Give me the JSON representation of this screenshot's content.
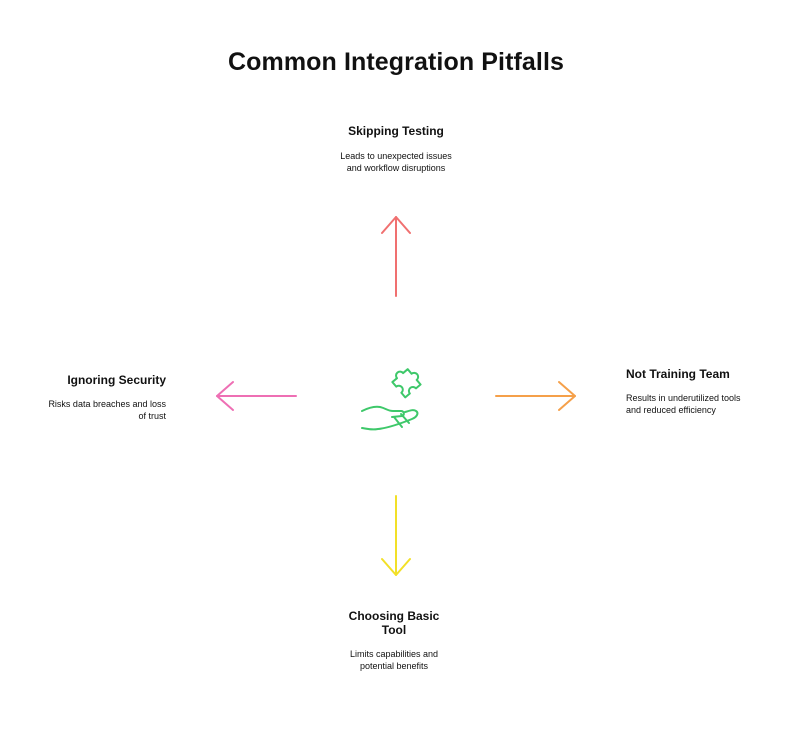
{
  "title": "Common Integration Pitfalls",
  "items": {
    "top": {
      "heading": "Skipping Testing",
      "description": "Leads to unexpected issues and workflow disruptions",
      "color": "#f07070"
    },
    "right": {
      "heading": "Not Training Team",
      "description": "Results in underutilized tools and reduced efficiency",
      "color": "#f5a04a"
    },
    "bottom": {
      "heading": "Choosing Basic Tool",
      "description": "Limits capabilities and potential benefits",
      "color": "#f2e028"
    },
    "left": {
      "heading": "Ignoring Security",
      "description": "Risks data breaches and loss of trust",
      "color": "#ee6fb4"
    }
  },
  "center_icon": {
    "name": "hand-puzzle-icon",
    "color": "#3ec86a"
  }
}
